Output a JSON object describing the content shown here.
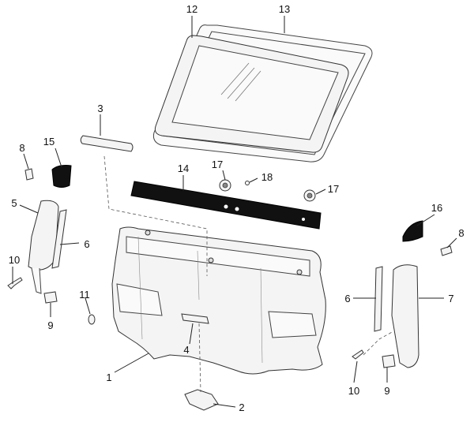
{
  "diagram": {
    "callouts": {
      "c1": "1",
      "c2": "2",
      "c3": "3",
      "c4": "4",
      "c5": "5",
      "c6_left": "6",
      "c6_right": "6",
      "c7": "7",
      "c8_left": "8",
      "c8_right": "8",
      "c9_left": "9",
      "c9_right": "9",
      "c10_left": "10",
      "c10_right": "10",
      "c11": "11",
      "c12": "12",
      "c13": "13",
      "c14": "14",
      "c15": "15",
      "c16": "16",
      "c17_top": "17",
      "c17_right": "17",
      "c18": "18"
    }
  }
}
